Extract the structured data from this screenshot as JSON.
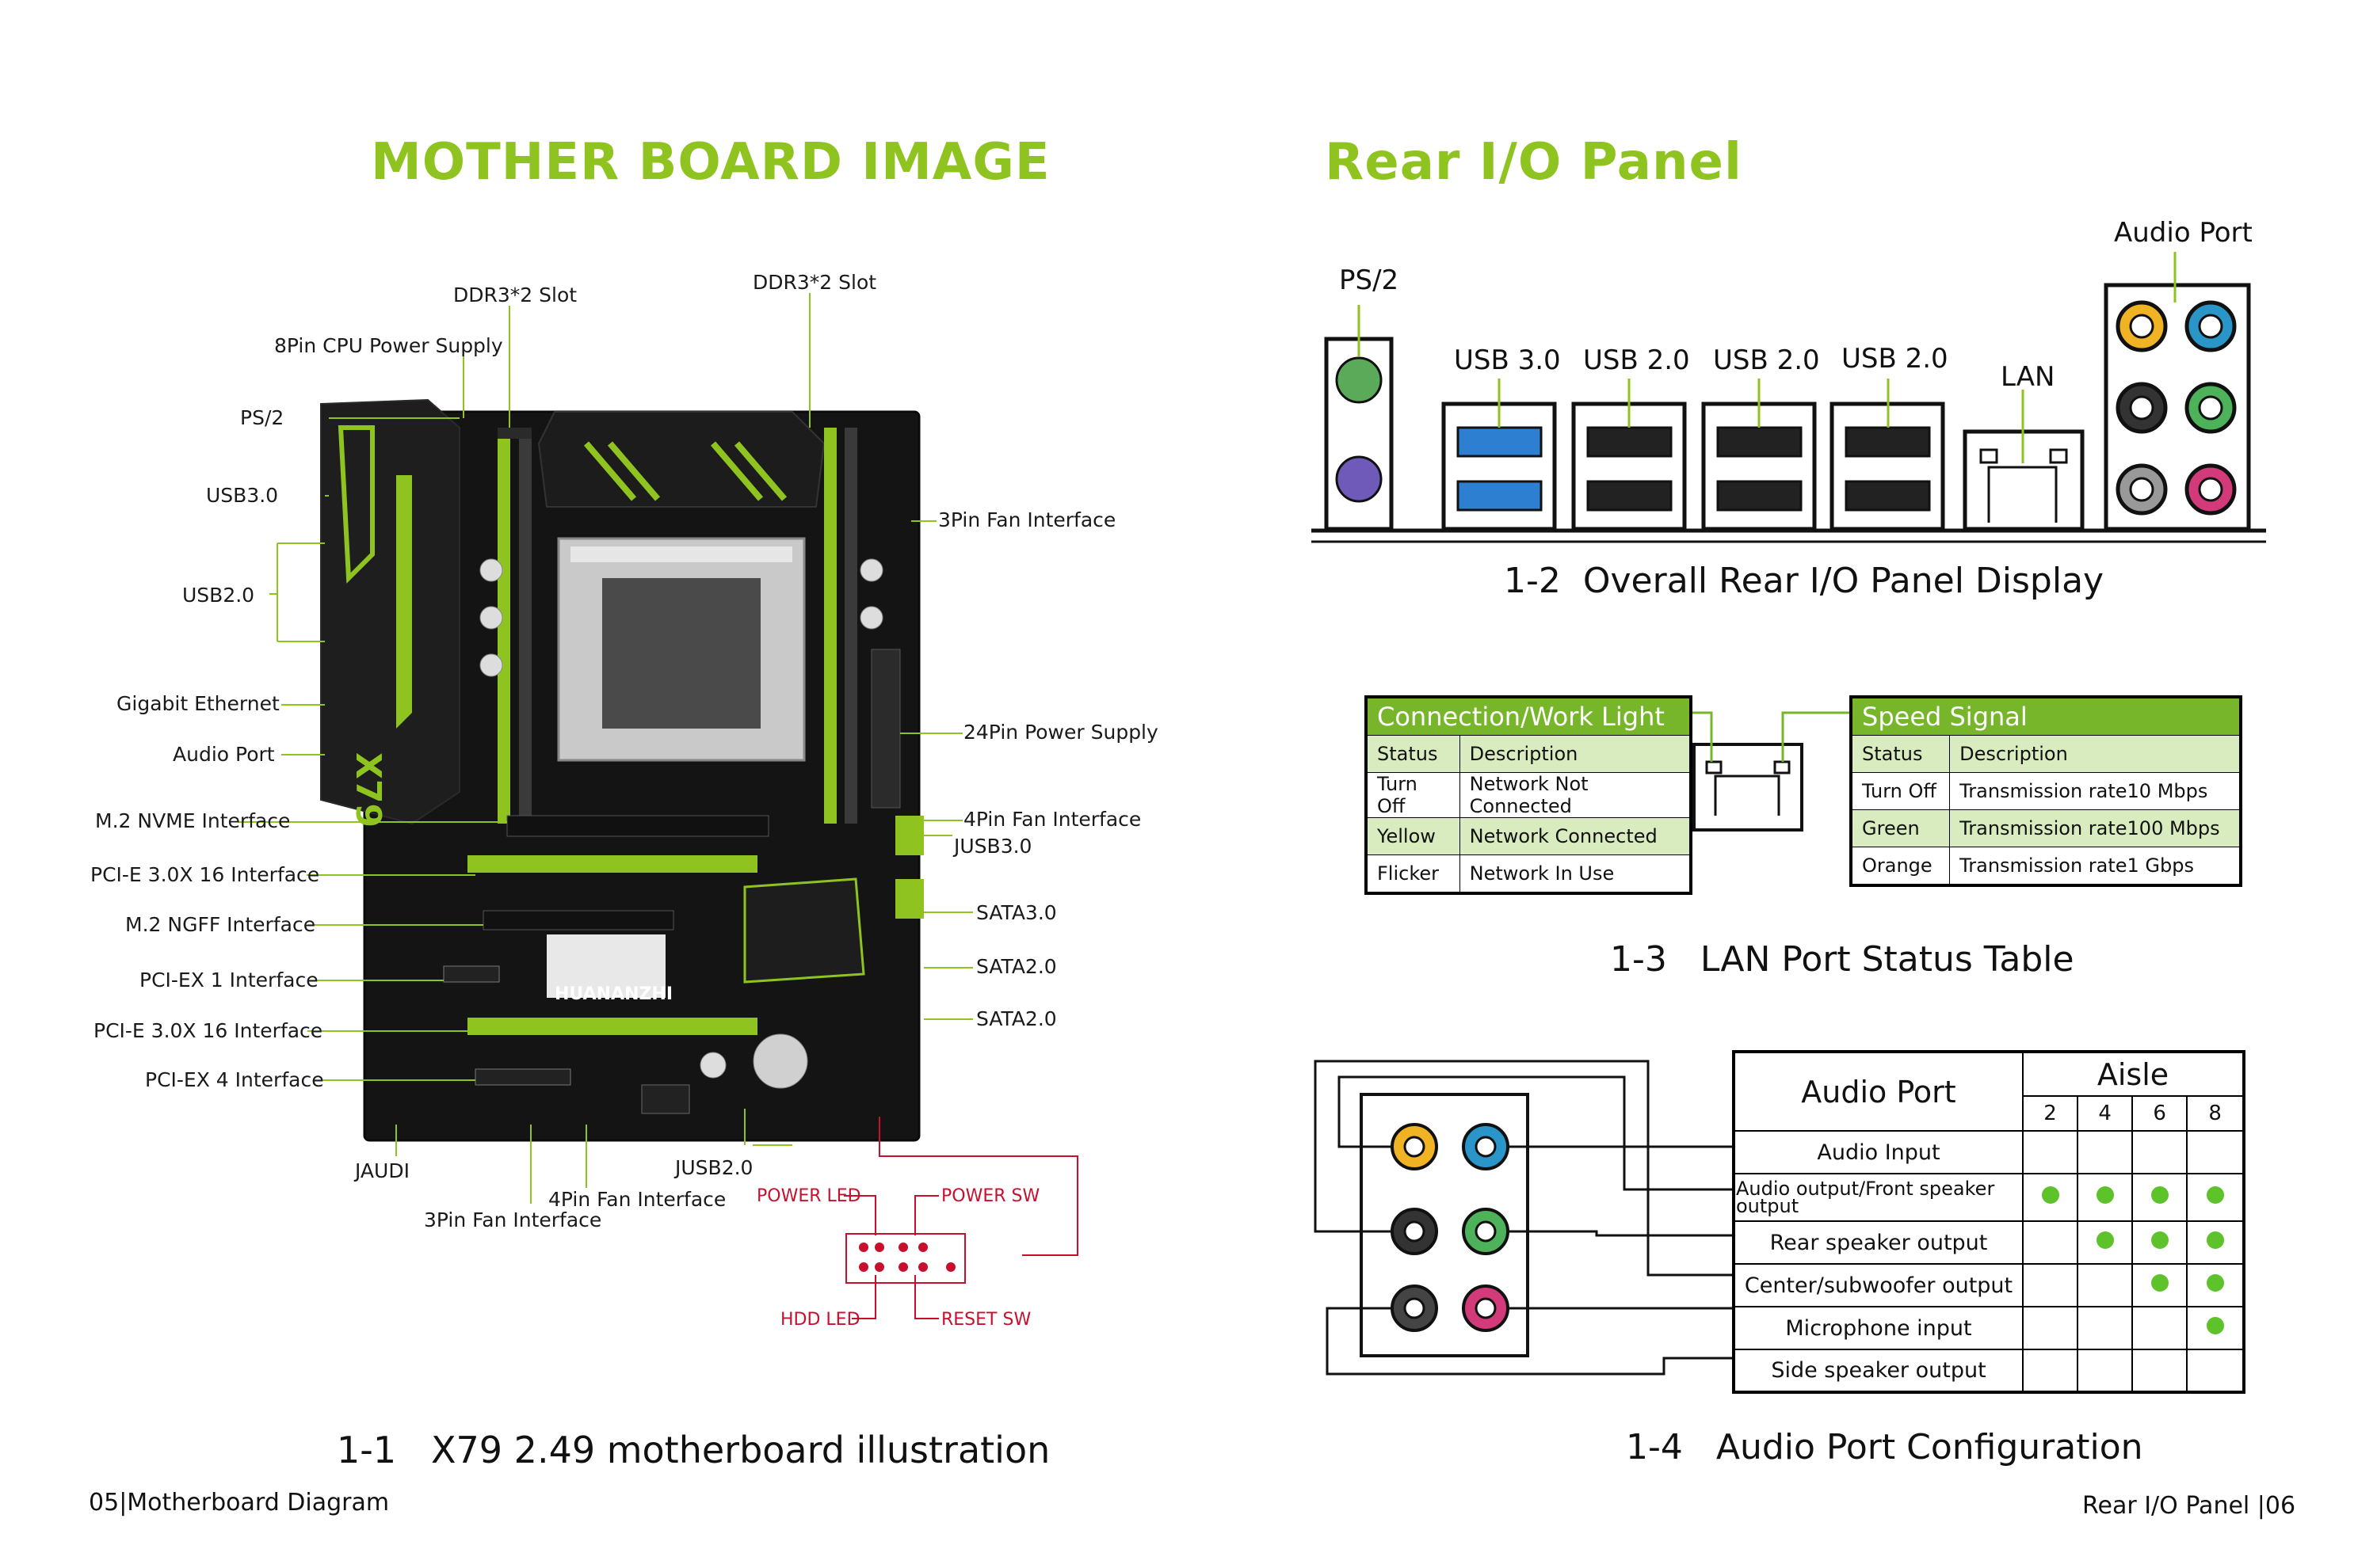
{
  "left": {
    "heading": "MOTHER BOARD IMAGE",
    "caption_num": "1-1",
    "caption_text": "X79 2.49 motherboard illustration",
    "board_brand": "HUANANZHI",
    "board_model": "X79",
    "labels_left": [
      "8Pin CPU Power Supply",
      "PS/2",
      "USB3.0",
      "USB2.0",
      "Gigabit Ethernet",
      "Audio Port",
      "M.2 NVME Interface",
      "PCI-E 3.0X 16 Interface",
      "M.2 NGFF Interface",
      "PCI-EX 1 Interface",
      "PCI-E 3.0X 16 Interface",
      "PCI-EX 4 Interface"
    ],
    "labels_top": [
      "DDR3*2 Slot",
      "DDR3*2 Slot"
    ],
    "labels_right": [
      "3Pin Fan Interface",
      "24Pin Power Supply",
      "4Pin Fan Interface",
      "JUSB3.0",
      "SATA3.0",
      "SATA2.0",
      "SATA2.0"
    ],
    "labels_bottom": [
      "JAUDI",
      "JUSB2.0",
      "4Pin Fan Interface",
      "3Pin Fan Interface"
    ],
    "front_panel": [
      "POWER LED",
      "POWER SW",
      "HDD LED",
      "RESET SW"
    ]
  },
  "right": {
    "heading": "Rear I/O Panel",
    "io": {
      "ps2": "PS/2",
      "usb30": "USB 3.0",
      "usb20_a": "USB 2.0",
      "usb20_b": "USB 2.0",
      "usb20_c": "USB 2.0",
      "lan": "LAN",
      "audio": "Audio Port"
    },
    "caption2_num": "1-2",
    "caption2_text": "Overall Rear I/O Panel Display",
    "lan_table_left": {
      "title": "Connection/Work Light",
      "headers": [
        "Status",
        "Description"
      ],
      "rows": [
        [
          "Turn Off",
          "Network Not Connected"
        ],
        [
          "Yellow",
          "Network Connected"
        ],
        [
          "Flicker",
          "Network In Use"
        ]
      ]
    },
    "lan_table_right": {
      "title": "Speed Signal",
      "headers": [
        "Status",
        "Description"
      ],
      "rows": [
        [
          "Turn Off",
          "Transmission rate10 Mbps"
        ],
        [
          "Green",
          "Transmission rate100 Mbps"
        ],
        [
          "Orange",
          "Transmission rate1 Gbps"
        ]
      ]
    },
    "caption3_num": "1-3",
    "caption3_text": "LAN Port Status Table",
    "audio_table": {
      "header": "Audio Port",
      "aisle": "Aisle",
      "channels": [
        "2",
        "4",
        "6",
        "8"
      ],
      "rows": [
        {
          "name": "Audio  Input",
          "marks": [
            false,
            false,
            false,
            false
          ]
        },
        {
          "name": "Audio output/Front speaker output",
          "marks": [
            true,
            true,
            true,
            true
          ]
        },
        {
          "name": "Rear speaker output",
          "marks": [
            false,
            true,
            true,
            true
          ]
        },
        {
          "name": "Center/subwoofer output",
          "marks": [
            false,
            false,
            true,
            true
          ]
        },
        {
          "name": "Microphone input",
          "marks": [
            false,
            false,
            false,
            true
          ]
        },
        {
          "name": "Side speaker output",
          "marks": [
            false,
            false,
            false,
            false
          ]
        }
      ]
    },
    "caption4_num": "1-4",
    "caption4_text": "Audio Port Configuration"
  },
  "footer": {
    "left_num": "05",
    "left_text": "Motherboard Diagram",
    "right_text": "Rear I/O Panel",
    "right_num": "06"
  },
  "colors": {
    "accent": "#8fc31f",
    "table_green": "#77b62a",
    "table_light": "#d9ecc0",
    "red": "#c8102e",
    "dot": "#5ec22a"
  }
}
